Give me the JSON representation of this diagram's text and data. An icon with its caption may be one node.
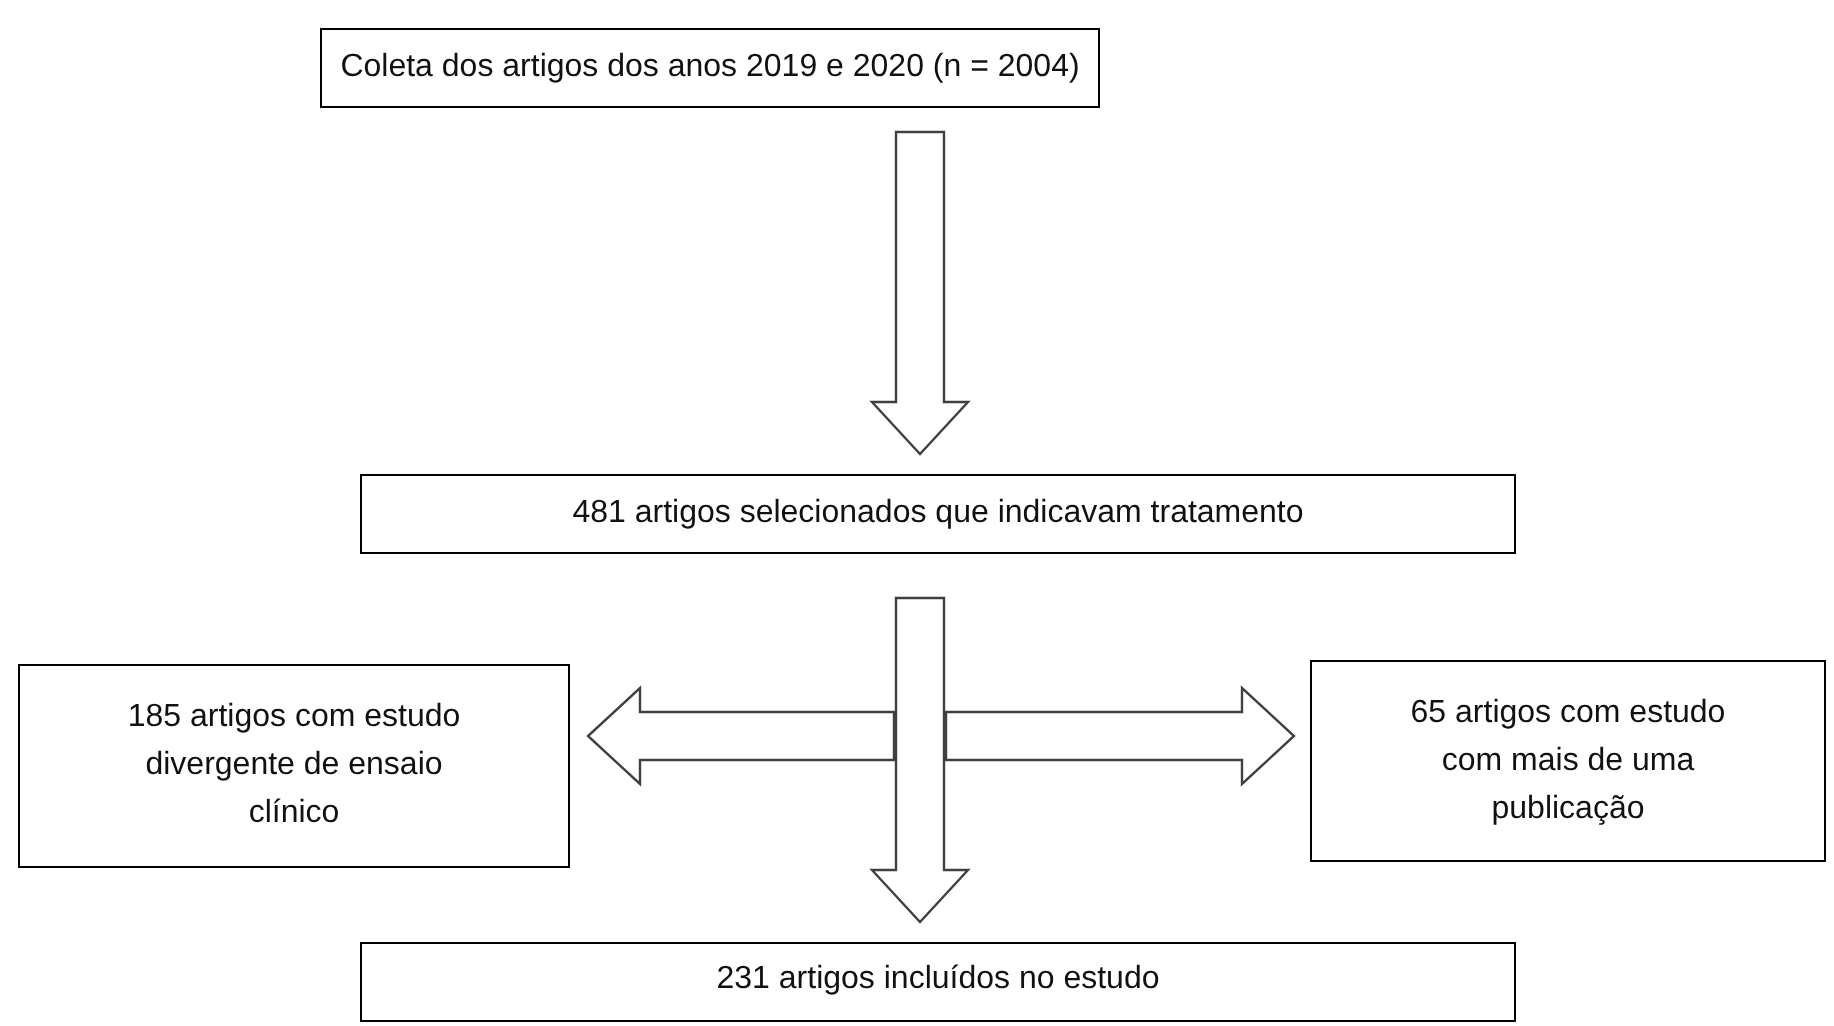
{
  "diagram": {
    "nodes": [
      {
        "text": [
          "Coleta dos artigos dos anos 2019 e 2020 (n = 2004)"
        ]
      },
      {
        "text": [
          "481 artigos selecionados que indicavam tratamento"
        ]
      },
      {
        "text": [
          "185 artigos com estudo divergente de ensaio clínico"
        ]
      },
      {
        "text": [
          "65 artigos com estudo com mais de uma publicação"
        ]
      },
      {
        "text": [
          "231 artigos incluídos no estudo"
        ]
      }
    ],
    "edges": [
      {
        "from": 0,
        "to": 1,
        "arrow": "to"
      },
      {
        "from": 1,
        "to": 2,
        "arrow": "to"
      },
      {
        "from": 1,
        "to": 3,
        "arrow": "to"
      },
      {
        "from": 1,
        "to": 4,
        "arrow": "to"
      }
    ]
  }
}
